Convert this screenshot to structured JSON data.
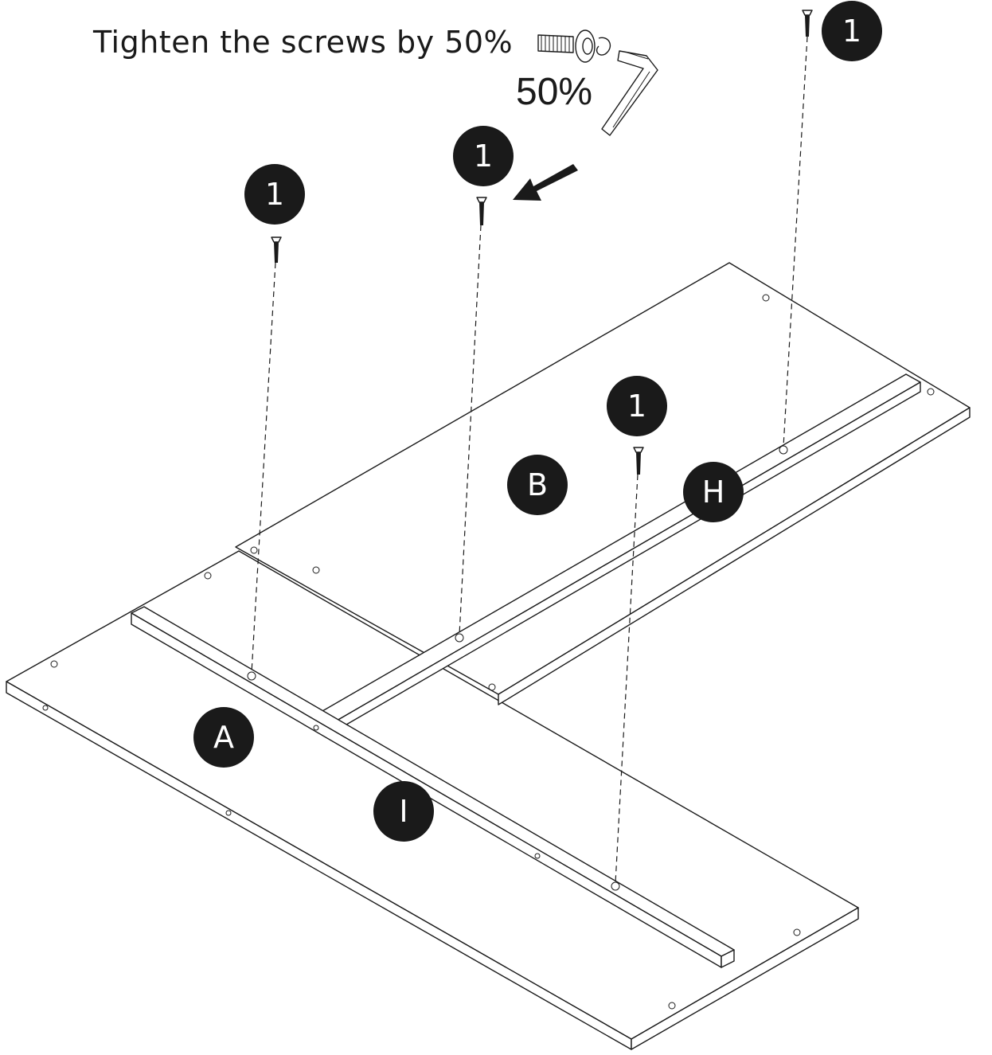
{
  "instruction": "Tighten the screws by 50%",
  "tighten_percentage": "50%",
  "labels": {
    "screw_step": "1",
    "panel_a": "A",
    "panel_b": "B",
    "rail_h": "H",
    "rail_i": "I"
  },
  "icons": [
    "screw-with-washer-icon",
    "allen-key-icon",
    "arrow-icon",
    "screw-icon"
  ],
  "colors": {
    "ink": "#1a1a1a",
    "badge": "#1a1a1a",
    "paper": "#ffffff"
  }
}
